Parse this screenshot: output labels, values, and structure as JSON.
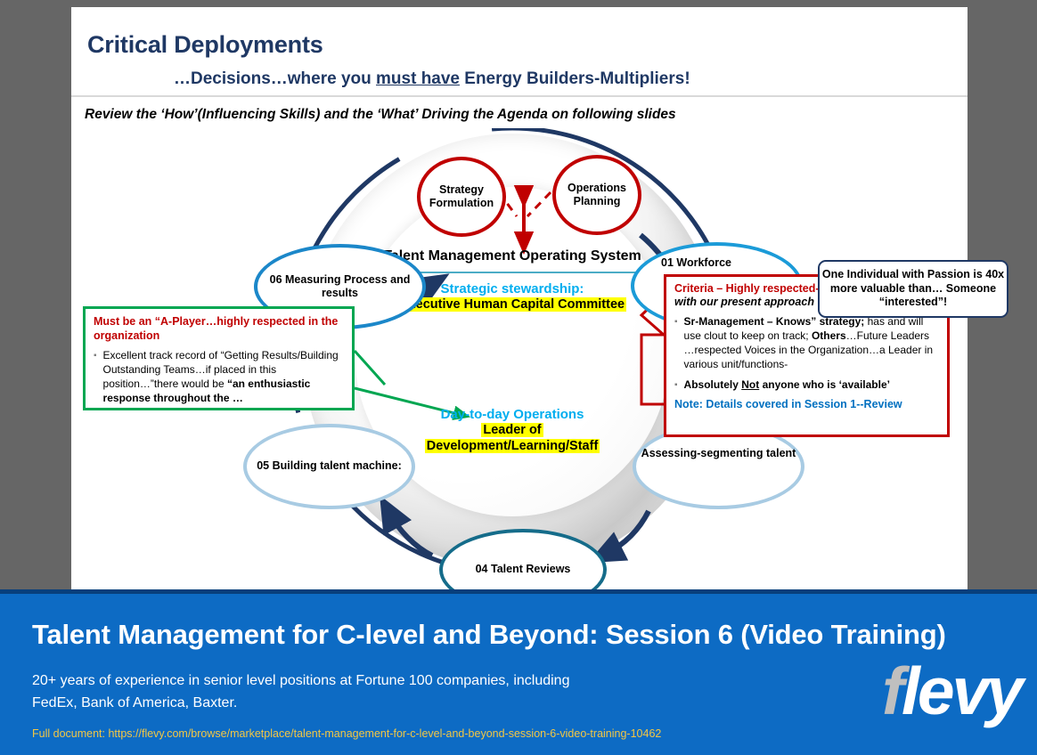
{
  "slide": {
    "title_main": "Critical Deployments",
    "title_sub_pre": "…Decisions…where you ",
    "title_sub_underline": "must have",
    "title_sub_post": " Energy Builders-Multipliers!",
    "instruction": "Review the ‘How’(Influencing Skills) and the ‘What’ Driving the Agenda on following slides"
  },
  "diagram": {
    "center": {
      "heading": "Talent Management Operating System",
      "strategic_label": "Strategic stewardship:",
      "strategic_value": "Executive Human Capital Committee",
      "daily_label": "Day-to-day Operations",
      "daily_value_line1": "Leader of",
      "daily_value_line2": "Development/Learning/Staff"
    },
    "red_circles": [
      {
        "id": "strategy-formulation",
        "label": "Strategy Formulation"
      },
      {
        "id": "operations-planning",
        "label": "Operations Planning"
      }
    ],
    "process_circles": [
      {
        "id": "01-workforce",
        "label": "01 Workforce"
      },
      {
        "id": "02-assessing",
        "label": "Assessing-segmenting talent"
      },
      {
        "id": "04-talent-reviews",
        "label": "04 Talent Reviews"
      },
      {
        "id": "05-building",
        "label": "05 Building talent machine:"
      },
      {
        "id": "06-measuring",
        "label": "06 Measuring Process and results"
      }
    ]
  },
  "callouts": {
    "green": {
      "heading": "Must be an “A-Player…highly respected in the organization",
      "bullet_plain_1": "Excellent track record of “Getting Results/Building Outstanding Teams…if placed in this position…”there would be ",
      "bullet_bold_1": "“an enthusiastic response throughout the …"
    },
    "red": {
      "heading_bold": "Criteria – Highly respected---",
      "heading_italic": "might be displeased with our present approach",
      "bullet1_b1": "Sr-Management – Knows” strategy;",
      "bullet1_p1": " has and will use clout to keep on track; ",
      "bullet1_b2": "Others",
      "bullet1_p2": "…Future Leaders …respected Voices in the Organization…a Leader in various unit/functions-",
      "bullet2_b1": "Absolutely ",
      "bullet2_u": "Not",
      "bullet2_b2": " anyone who is ‘available’",
      "note": "Note: Details covered in Session 1--Review"
    },
    "passion": "One Individual with Passion is 40x more valuable than… Someone “interested”!"
  },
  "banner": {
    "title": "Talent Management for C-level and Beyond: Session 6 (Video Training)",
    "subtitle_line1": "20+ years of experience in senior level positions at Fortune 100 companies, including",
    "subtitle_line2": "FedEx, Bank of America, Baxter.",
    "url_text": "Full document: https://flevy.com/browse/marketplace/talent-management-for-c-level-and-beyond-session-6-video-training-10462",
    "logo_f": "f",
    "logo_rest": "levy"
  },
  "colors": {
    "navy": "#1F3864",
    "red": "#C00000",
    "green": "#00A651",
    "cyan": "#00AEEF",
    "blue_mid": "#1B87C9",
    "blue_light": "#A8CBE3",
    "teal": "#156C8A",
    "banner_blue": "#0D6BC4",
    "highlight": "#FFFF00"
  }
}
